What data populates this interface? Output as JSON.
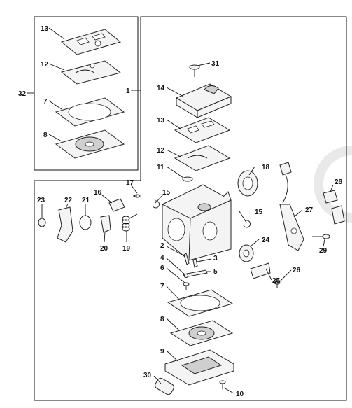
{
  "callouts": {
    "c1": "1",
    "c2": "2",
    "c3": "3",
    "c4": "4",
    "c5": "5",
    "c6": "6",
    "c7": "7",
    "c7b": "7",
    "c8": "8",
    "c8b": "8",
    "c9": "9",
    "c10": "10",
    "c11": "11",
    "c12": "12",
    "c12b": "12",
    "c13": "13",
    "c13b": "13",
    "c14": "14",
    "c15": "15",
    "c15b": "15",
    "c16": "16",
    "c17": "17",
    "c18": "18",
    "c19": "19",
    "c20": "20",
    "c21": "21",
    "c22": "22",
    "c23": "23",
    "c24": "24",
    "c25": "25",
    "c26": "26",
    "c27": "27",
    "c28": "28",
    "c29": "29",
    "c30": "30",
    "c31": "31",
    "c32": "32"
  }
}
